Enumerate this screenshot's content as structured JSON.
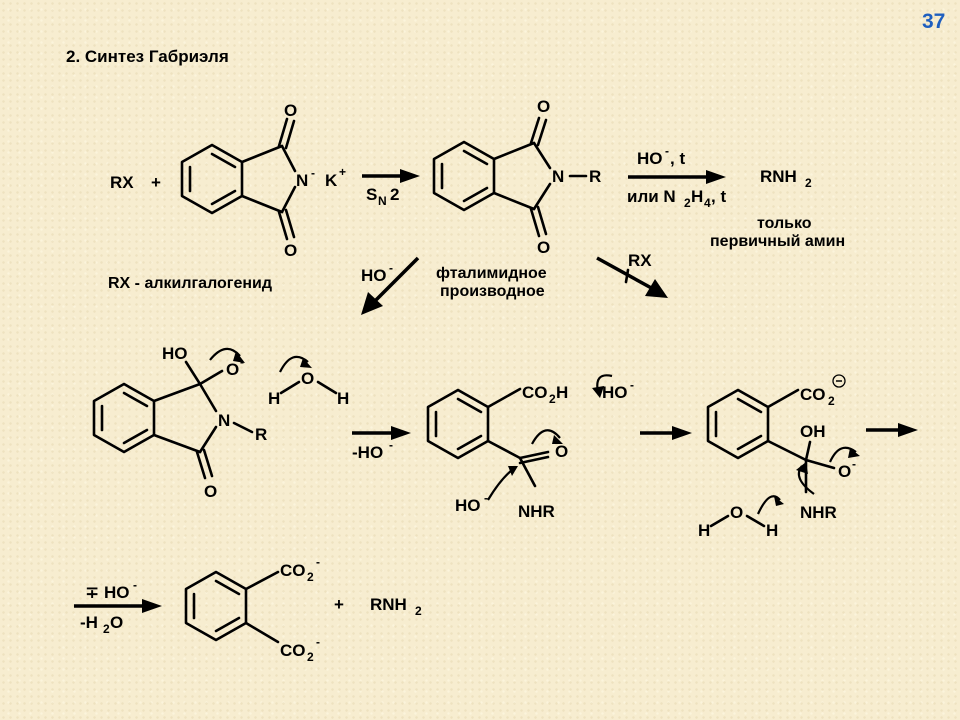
{
  "slide": {
    "page_number": "37",
    "title": "2. Синтез Габриэля",
    "rx_note": "RX - алкилгалогенид",
    "phthalimide_note_1": "фталимидное",
    "phthalimide_note_2": "производное",
    "primary_note_1": "только",
    "primary_note_2": "первичный амин"
  },
  "reagents": {
    "rx": "RX",
    "plus": "+",
    "k": "K",
    "plus_charge": "+",
    "minus_charge": "-",
    "sn2_s": "S",
    "sn2_n": "N",
    "sn2_2": "2",
    "ho_t": "HO",
    "ho_t_tail": ", t",
    "or_n2h4_1": "или N",
    "or_n2h4_2": "2",
    "or_n2h4_3": "H",
    "or_n2h4_4": "4",
    "or_n2h4_5": ", t",
    "rnh2_1": "RNH",
    "rnh2_2": "2",
    "ho_diag": "HO",
    "rx_diag": "RX",
    "minus_ho_1": "-HO",
    "minus_h2o_1": "-H",
    "minus_h2o_2": "2",
    "minus_h2o_3": "O",
    "mp_ho": "∓ HO"
  },
  "atoms": {
    "O": "O",
    "N": "N",
    "R": "R",
    "H": "H",
    "HO": "HO",
    "OH": "OH",
    "NHR": "NHR",
    "CO2H_1": "CO",
    "CO2H_2": "2",
    "CO2H_3": "H",
    "CO2_1": "CO",
    "CO2_2": "2"
  }
}
